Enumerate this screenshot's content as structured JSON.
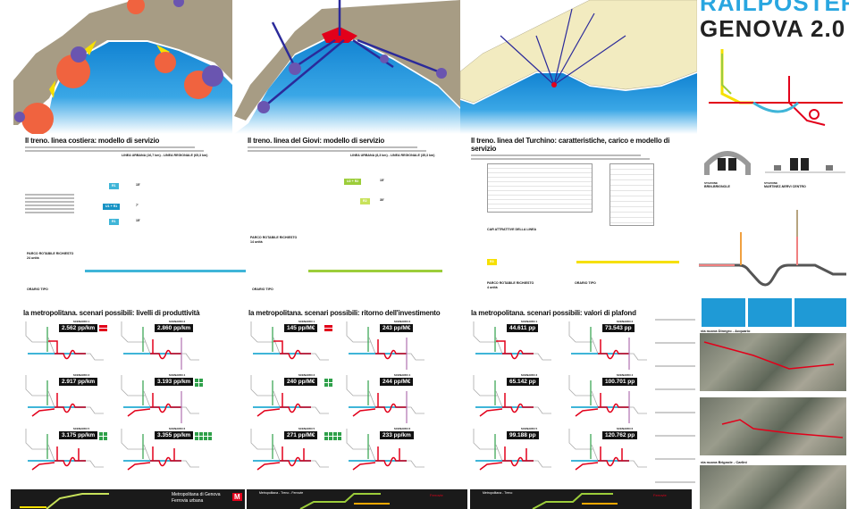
{
  "header": {
    "title_top": "RAILPOSTER",
    "title": "GENOVA 2.0"
  },
  "colors": {
    "sea": "#1a8fd6",
    "land": "#a79c84",
    "yellow": "#f6e000",
    "red": "#e2001a",
    "green": "#2fa04a",
    "cyan": "#3fb5d8",
    "purple": "#6a55b0",
    "circle_red": "#f0633f"
  },
  "maps": [
    {
      "name": "population-map",
      "icon": "bubble-map"
    },
    {
      "name": "flows-map",
      "icon": "arrow-flows-map"
    },
    {
      "name": "province-map",
      "icon": "choropleth-map"
    }
  ],
  "service": [
    {
      "title": "Il treno. linea costiera: modello di servizio",
      "line": "LINEA URBANA (16,7 km) - LINEA REGIONALE (65,3 km)",
      "badges": [
        "R1",
        "U1 + R1",
        "R1"
      ],
      "intervals": [
        "15'",
        "7'",
        "15'"
      ],
      "fleet": "PARCO ROTABILE RICHIESTO",
      "fleet_value": "24 unità",
      "timetable": "ORARIO TIPO"
    },
    {
      "title": "Il treno. linea del Giovi: modello di servizio",
      "line": "LINEA URBANA (8,3 km) - LINEA REGIONALE (35,3 km)",
      "badges": [
        "U2 + R2",
        "R2"
      ],
      "intervals": [
        "15'",
        "30'"
      ],
      "fleet": "PARCO ROTABILE RICHIESTO",
      "fleet_value": "14 unità",
      "timetable": "ORARIO TIPO"
    },
    {
      "title": "Il treno. linea del Turchino: caratteristiche, carico e modello di servizio",
      "line": "CAR ATTRATTIVE DELLA LINEA",
      "badges": [
        "R3"
      ],
      "fleet": "PARCO ROTABILE RICHIESTO",
      "fleet_value": "4 unità",
      "timetable": "ORARIO TIPO"
    }
  ],
  "stations": [
    {
      "label": "STAZIONE",
      "name": "BRIN-BRIGNOLE"
    },
    {
      "label": "STAZIONE",
      "name": "MARTINEZ-NERVI CENTRO"
    }
  ],
  "scenarios": [
    {
      "title": "la metropolitana. scenari possibili: livelli di produttività",
      "items": [
        {
          "label": "SCENARIO 1",
          "value": "2.562 pp/km",
          "badge": "red"
        },
        {
          "label": "SCENARIO 2",
          "value": "2.860 pp/km",
          "badge": "none"
        },
        {
          "label": "SCENARIO 3",
          "value": "2.917 pp/km",
          "badge": "none"
        },
        {
          "label": "SCENARIO 4",
          "value": "3.193 pp/km",
          "badge": "green4"
        },
        {
          "label": "SCENARIO 5",
          "value": "3.175 pp/km",
          "badge": "green4"
        },
        {
          "label": "SCENARIO 6",
          "value": "3.355 pp/km",
          "badge": "green8"
        }
      ]
    },
    {
      "title": "la metropolitana. scenari possibili: ritorno dell'investimento",
      "items": [
        {
          "label": "SCENARIO 1",
          "value": "145 pp/M€",
          "badge": "red"
        },
        {
          "label": "SCENARIO 2",
          "value": "243 pp/M€",
          "badge": "none"
        },
        {
          "label": "SCENARIO 3",
          "value": "240 pp/M€",
          "badge": "green4"
        },
        {
          "label": "SCENARIO 4",
          "value": "244 pp/M€",
          "badge": "none"
        },
        {
          "label": "SCENARIO 5",
          "value": "271 pp/M€",
          "badge": "green8"
        },
        {
          "label": "SCENARIO 6",
          "value": "233 pp/km",
          "badge": "none"
        }
      ]
    },
    {
      "title": "la metropolitana. scenari possibili: valori di plafond",
      "items": [
        {
          "label": "SCENARIO 1",
          "value": "44.611 pp",
          "badge": "none"
        },
        {
          "label": "SCENARIO 2",
          "value": "73.543 pp",
          "badge": "none"
        },
        {
          "label": "SCENARIO 3",
          "value": "65.142 pp",
          "badge": "none"
        },
        {
          "label": "SCENARIO 4",
          "value": "100.701 pp",
          "badge": "none"
        },
        {
          "label": "SCENARIO 5",
          "value": "99.188 pp",
          "badge": "none"
        },
        {
          "label": "SCENARIO 6",
          "value": "120.762 pp",
          "badge": "none"
        }
      ]
    }
  ],
  "photos": [
    {
      "caption": "via nuova Dinegro - Acquario"
    },
    {
      "caption": ""
    },
    {
      "caption": "via nuova Brignole - Carlini"
    }
  ],
  "banners": [
    {
      "title": "Metropolitana di Genova",
      "subtitle": "Ferrovia urbana",
      "logo": "M"
    },
    {
      "title": "Metropolitana - Treno - Ferrovie",
      "logo": "Ferrovie"
    },
    {
      "title": "Metropolitana - Treno",
      "logo": "Ferrovie"
    }
  ]
}
